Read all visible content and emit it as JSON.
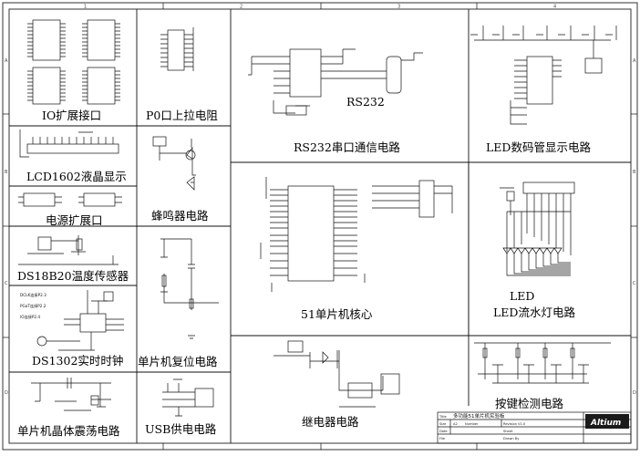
{
  "frame": {
    "cols": [
      "1",
      "2",
      "3",
      "4"
    ],
    "rows": [
      "A",
      "B",
      "C",
      "D"
    ]
  },
  "titles": {
    "io": "IO扩展接口",
    "p0": "P0口上拉电阻",
    "rs232_label": "RS232",
    "rs232": "RS232串口通信电路",
    "led_seg": "LED数码管显示电路",
    "lcd": "LCD1602液晶显示",
    "power": "电源扩展口",
    "buzzer": "蜂鸣器电路",
    "ds18b20": "DS18B20温度传感器",
    "ds1302": "DS1302实时时钟",
    "reset": "单片机复位电路",
    "mcu": "51单片机核心",
    "led_small": "LED",
    "led_flow": "LED流水灯电路",
    "crystal": "单片机晶体震荡电路",
    "usb": "USB供电电路",
    "relay": "继电器电路",
    "keys": "按键检测电路"
  },
  "notes": {
    "ds1302_pins": [
      "DCLK连接P2.3",
      "PGaT连接P2.2",
      "IO连接P2.4"
    ]
  },
  "title_block": {
    "title_label": "Title",
    "title_value": "多功能51单片机实验板",
    "size_label": "Size",
    "size_value": "A2",
    "number_label": "Number",
    "revision_label": "Revision",
    "revision_value": "V1.0",
    "date_label": "Date",
    "sheet_label": "Sheet",
    "file_label": "File",
    "drawn_label": "Drawn By",
    "logo": "Altium"
  }
}
